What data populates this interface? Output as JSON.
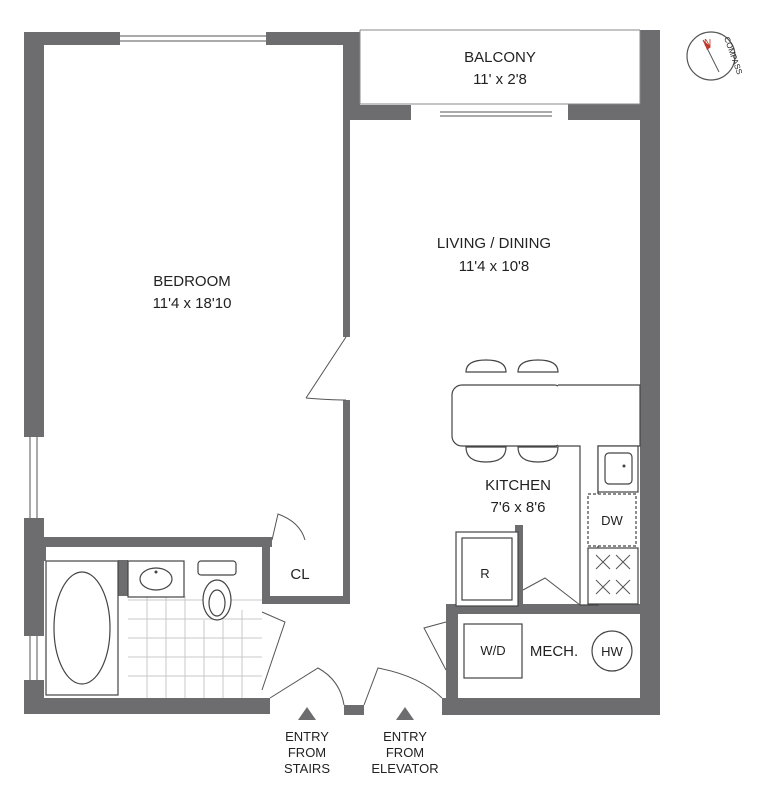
{
  "rooms": {
    "balcony": {
      "name": "BALCONY",
      "size": "11' x 2'8"
    },
    "living": {
      "name": "LIVING / DINING",
      "size": "11'4 x 10'8"
    },
    "bedroom": {
      "name": "BEDROOM",
      "size": "11'4 x 18'10"
    },
    "kitchen": {
      "name": "KITCHEN",
      "size": "7'6 x 8'6"
    },
    "closet": {
      "name": "CL"
    },
    "mech": {
      "name": "MECH."
    }
  },
  "fixtures": {
    "dishwasher": "DW",
    "refrigerator": "R",
    "washer_dryer": "W/D",
    "water_heater": "HW"
  },
  "entries": {
    "stairs": [
      "ENTRY",
      "FROM",
      "STAIRS"
    ],
    "elevator": [
      "ENTRY",
      "FROM",
      "ELEVATOR"
    ]
  },
  "compass": {
    "label": "COMPASS",
    "north": "N"
  },
  "colors": {
    "wall": "#6d6d6f",
    "tile": "#c8c8c8"
  }
}
